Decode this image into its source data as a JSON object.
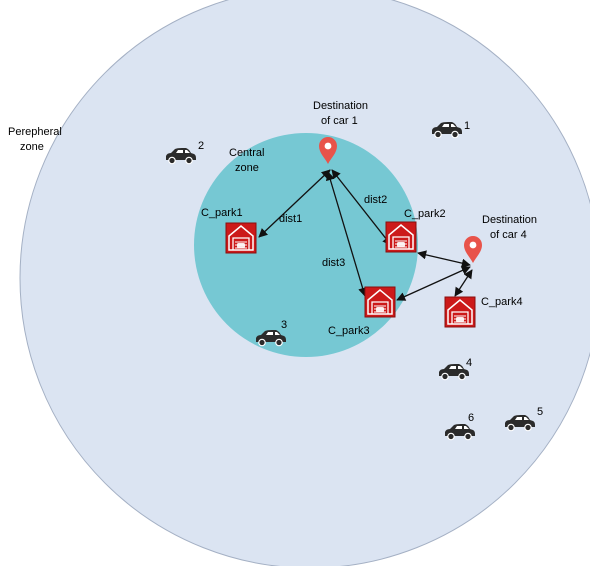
{
  "zones": {
    "peripheral": {
      "line1": "Perepheral",
      "line2": "zone"
    },
    "central": {
      "line1": "Central",
      "line2": "zone"
    }
  },
  "destinations": {
    "car1": {
      "line1": "Destination",
      "line2": "of car 1"
    },
    "car4": {
      "line1": "Destination",
      "line2": "of car 4"
    }
  },
  "parks": {
    "c1": "C_park1",
    "c2": "C_park2",
    "c3": "C_park3",
    "c4": "C_park4"
  },
  "distances": {
    "d1": "dist1",
    "d2": "dist2",
    "d3": "dist3"
  },
  "cars": {
    "n1": "1",
    "n2": "2",
    "n3": "3",
    "n4": "4",
    "n5": "5",
    "n6": "6"
  },
  "colors": {
    "outer_zone": "#dbe4f2",
    "central_zone": "#76c8d3",
    "pin": "#e8534a",
    "park": "#cc1a1a",
    "car": "#2b2b2b",
    "arrow": "#111111"
  },
  "icons": {
    "destination": "map-pin-icon",
    "parking": "parking-garage-icon",
    "car": "car-icon"
  }
}
